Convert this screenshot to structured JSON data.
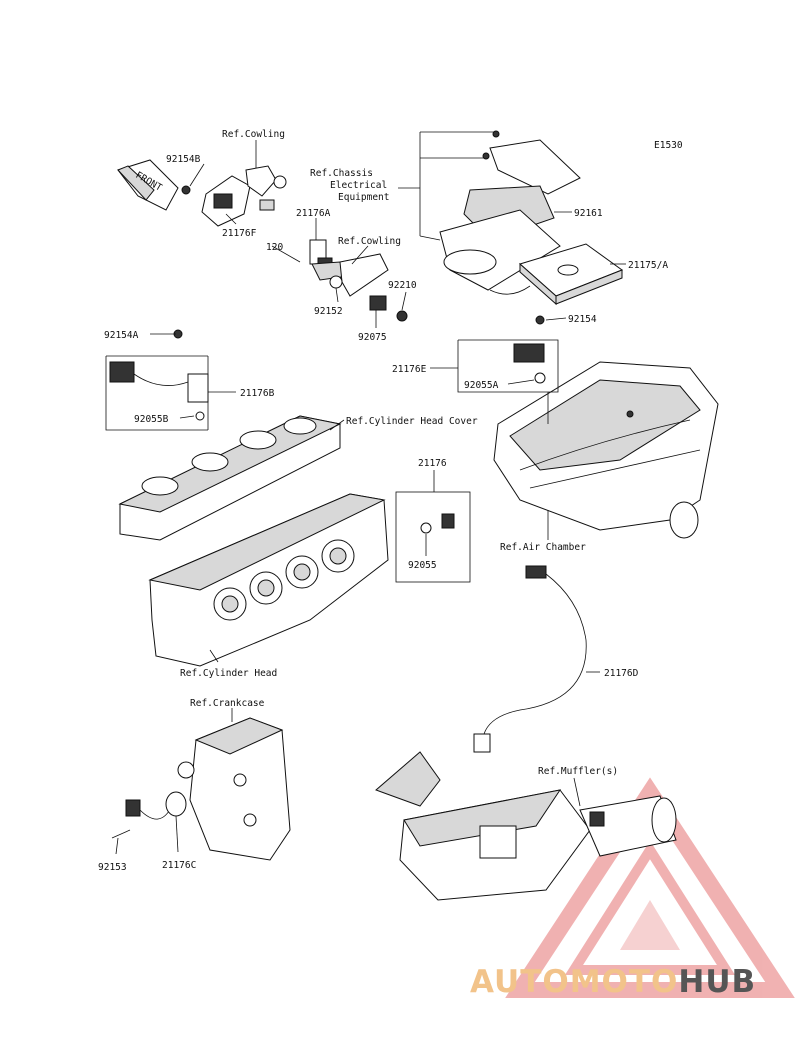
{
  "diagram_code": "E1530",
  "direction_label": "FRONT",
  "labels": {
    "ref_cowling_top": "Ref.Cowling",
    "p92154B": "92154B",
    "p21176F": "21176F",
    "p120": "120",
    "p21176A": "21176A",
    "ref_cowling_mid": "Ref.Cowling",
    "p92210": "92210",
    "p92152": "92152",
    "p92075": "92075",
    "ref_chassis_1": "Ref.Chassis",
    "ref_chassis_2": "Electrical",
    "ref_chassis_3": "Equipment",
    "p92161": "92161",
    "p21175A": "21175/A",
    "p92154": "92154",
    "p21176E": "21176E",
    "p92055A": "92055A",
    "p92154A": "92154A",
    "p21176B": "21176B",
    "p92055B": "92055B",
    "ref_head_cover": "Ref.Cylinder Head Cover",
    "p21176": "21176",
    "p92055": "92055",
    "ref_air_chamber": "Ref.Air Chamber",
    "ref_cyl_head": "Ref.Cylinder Head",
    "p21176D": "21176D",
    "ref_crankcase": "Ref.Crankcase",
    "ref_muffler": "Ref.Muffler(s)",
    "p92153": "92153",
    "p21176C": "21176C"
  },
  "watermark": {
    "part_a": "AUTOMOTO",
    "part_b": "HUB",
    "color_a": "#f2c38a",
    "color_b": "#555555",
    "triangle_color": "#e57373"
  }
}
